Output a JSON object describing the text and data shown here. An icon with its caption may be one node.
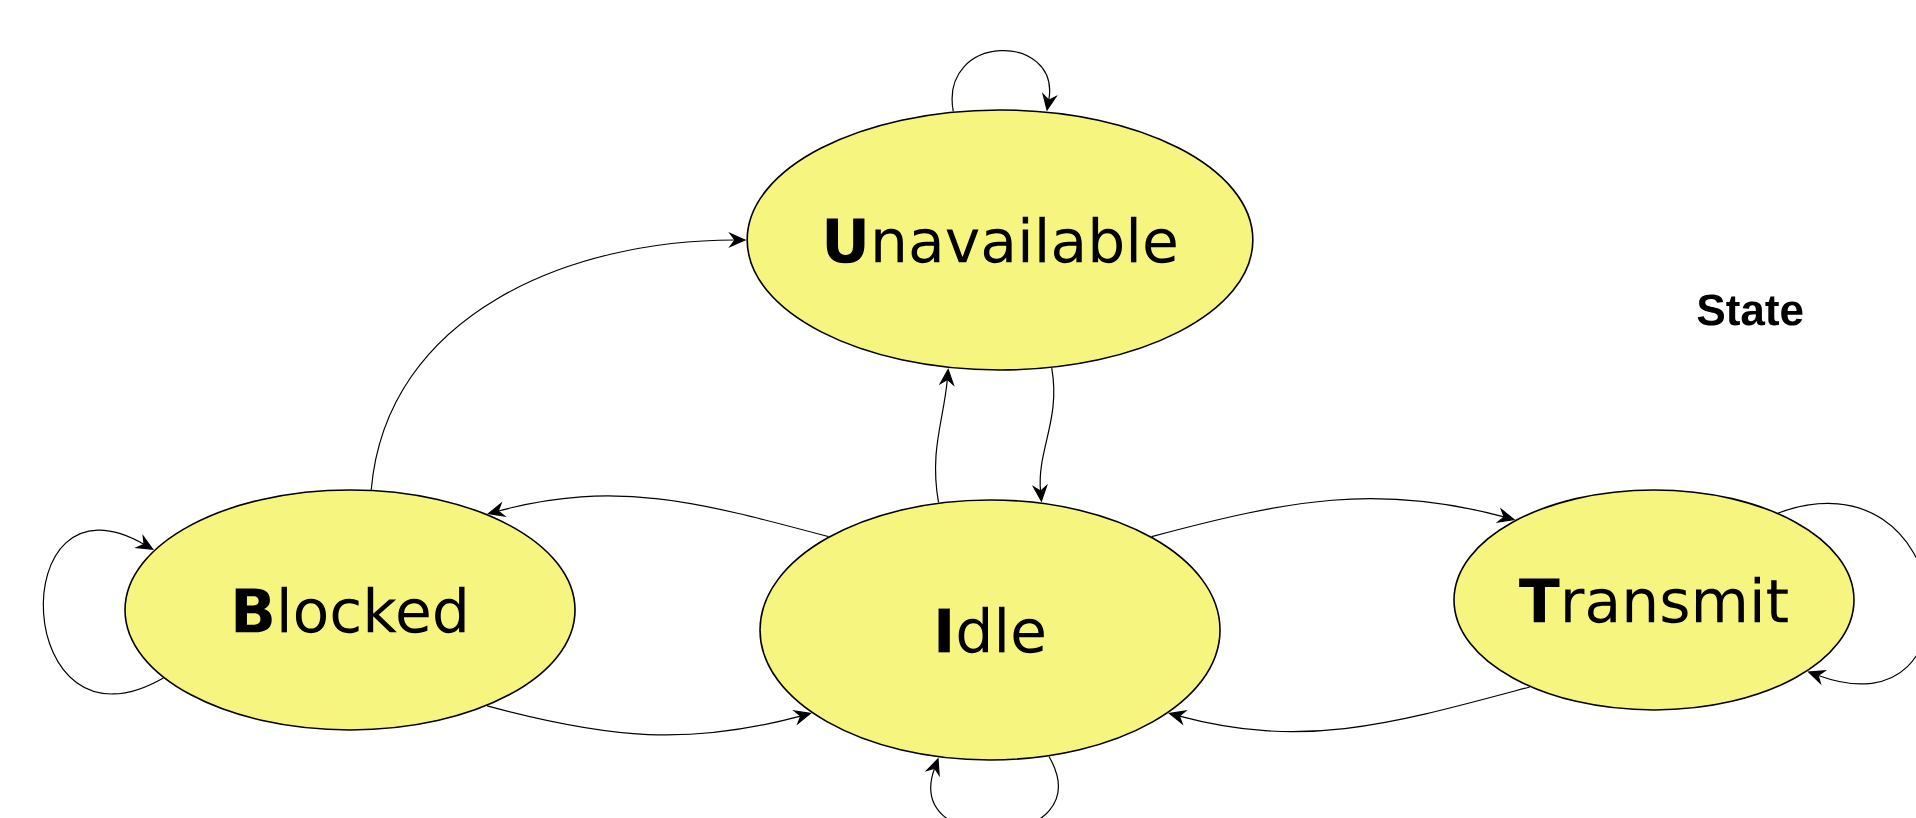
{
  "diagram": {
    "nodes": [
      {
        "text": [
          "**U**navailable"
        ]
      },
      {
        "text": [
          "**B**locked"
        ]
      },
      {
        "text": [
          "**I**dle"
        ]
      },
      {
        "text": [
          "**T**ransmit"
        ]
      }
    ],
    "edges": [
      {
        "from": 0,
        "to": 0,
        "arrow": "to"
      },
      {
        "from": 1,
        "to": 0,
        "arrow": "to"
      },
      {
        "from": 2,
        "to": 0,
        "arrow": "to"
      },
      {
        "from": 0,
        "to": 2,
        "arrow": "to"
      },
      {
        "from": 2,
        "to": 1,
        "arrow": "to"
      },
      {
        "from": 1,
        "to": 2,
        "arrow": "to"
      },
      {
        "from": 2,
        "to": 3,
        "arrow": "to"
      },
      {
        "from": 3,
        "to": 2,
        "arrow": "to"
      },
      {
        "from": 3,
        "to": 3,
        "arrow": "to"
      },
      {
        "from": 1,
        "to": 1,
        "arrow": "to"
      },
      {
        "from": 2,
        "to": 2,
        "arrow": "to"
      }
    ],
    "labels": [
      "State"
    ]
  }
}
